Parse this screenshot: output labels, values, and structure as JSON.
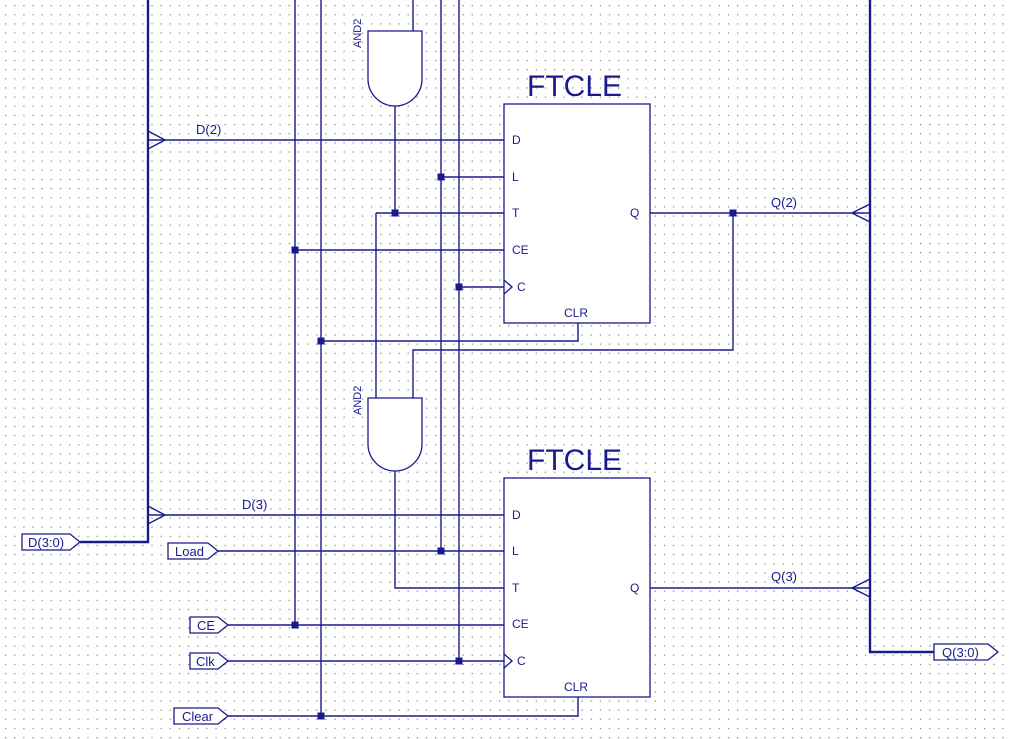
{
  "colors": {
    "wire": "#1a1a8c",
    "background": "#ffffff",
    "grid_dot": "#7a7a7a"
  },
  "flip_flops": [
    {
      "name": "FTCLE",
      "pins": {
        "d": "D",
        "l": "L",
        "t": "T",
        "ce": "CE",
        "c": "C",
        "q": "Q",
        "clr": "CLR"
      }
    },
    {
      "name": "FTCLE",
      "pins": {
        "d": "D",
        "l": "L",
        "t": "T",
        "ce": "CE",
        "c": "C",
        "q": "Q",
        "clr": "CLR"
      }
    }
  ],
  "gates": [
    "AND2",
    "AND2"
  ],
  "nets": {
    "d2": "D(2)",
    "d3": "D(3)",
    "q2": "Q(2)",
    "q3": "Q(3)"
  },
  "ports": {
    "d_in": "D(3:0)",
    "load": "Load",
    "ce": "CE",
    "clk": "Clk",
    "clear": "Clear",
    "q_out": "Q(3:0)"
  }
}
